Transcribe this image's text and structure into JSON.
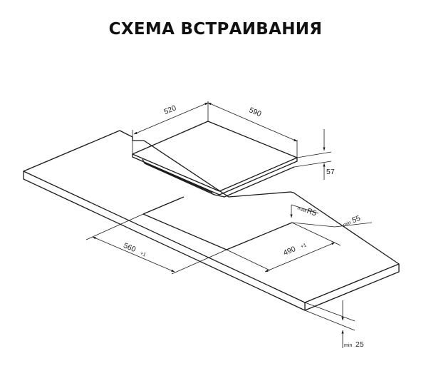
{
  "title": "СХЕМА ВСТРАИВАНИЯ",
  "dimensions": {
    "hob_depth": "520",
    "hob_width": "590",
    "hob_height": "57",
    "cutout_width": "560",
    "cutout_depth": "490",
    "tolerance": "+1",
    "corner_radius_prefix": "max",
    "corner_radius_value": "R5",
    "edge_offset_prefix": "min",
    "edge_offset_value": "55",
    "countertop_thickness_prefix": "min",
    "countertop_thickness_value": "25"
  },
  "colors": {
    "line": "#1a1a1a",
    "text": "#222222",
    "background": "#ffffff"
  }
}
